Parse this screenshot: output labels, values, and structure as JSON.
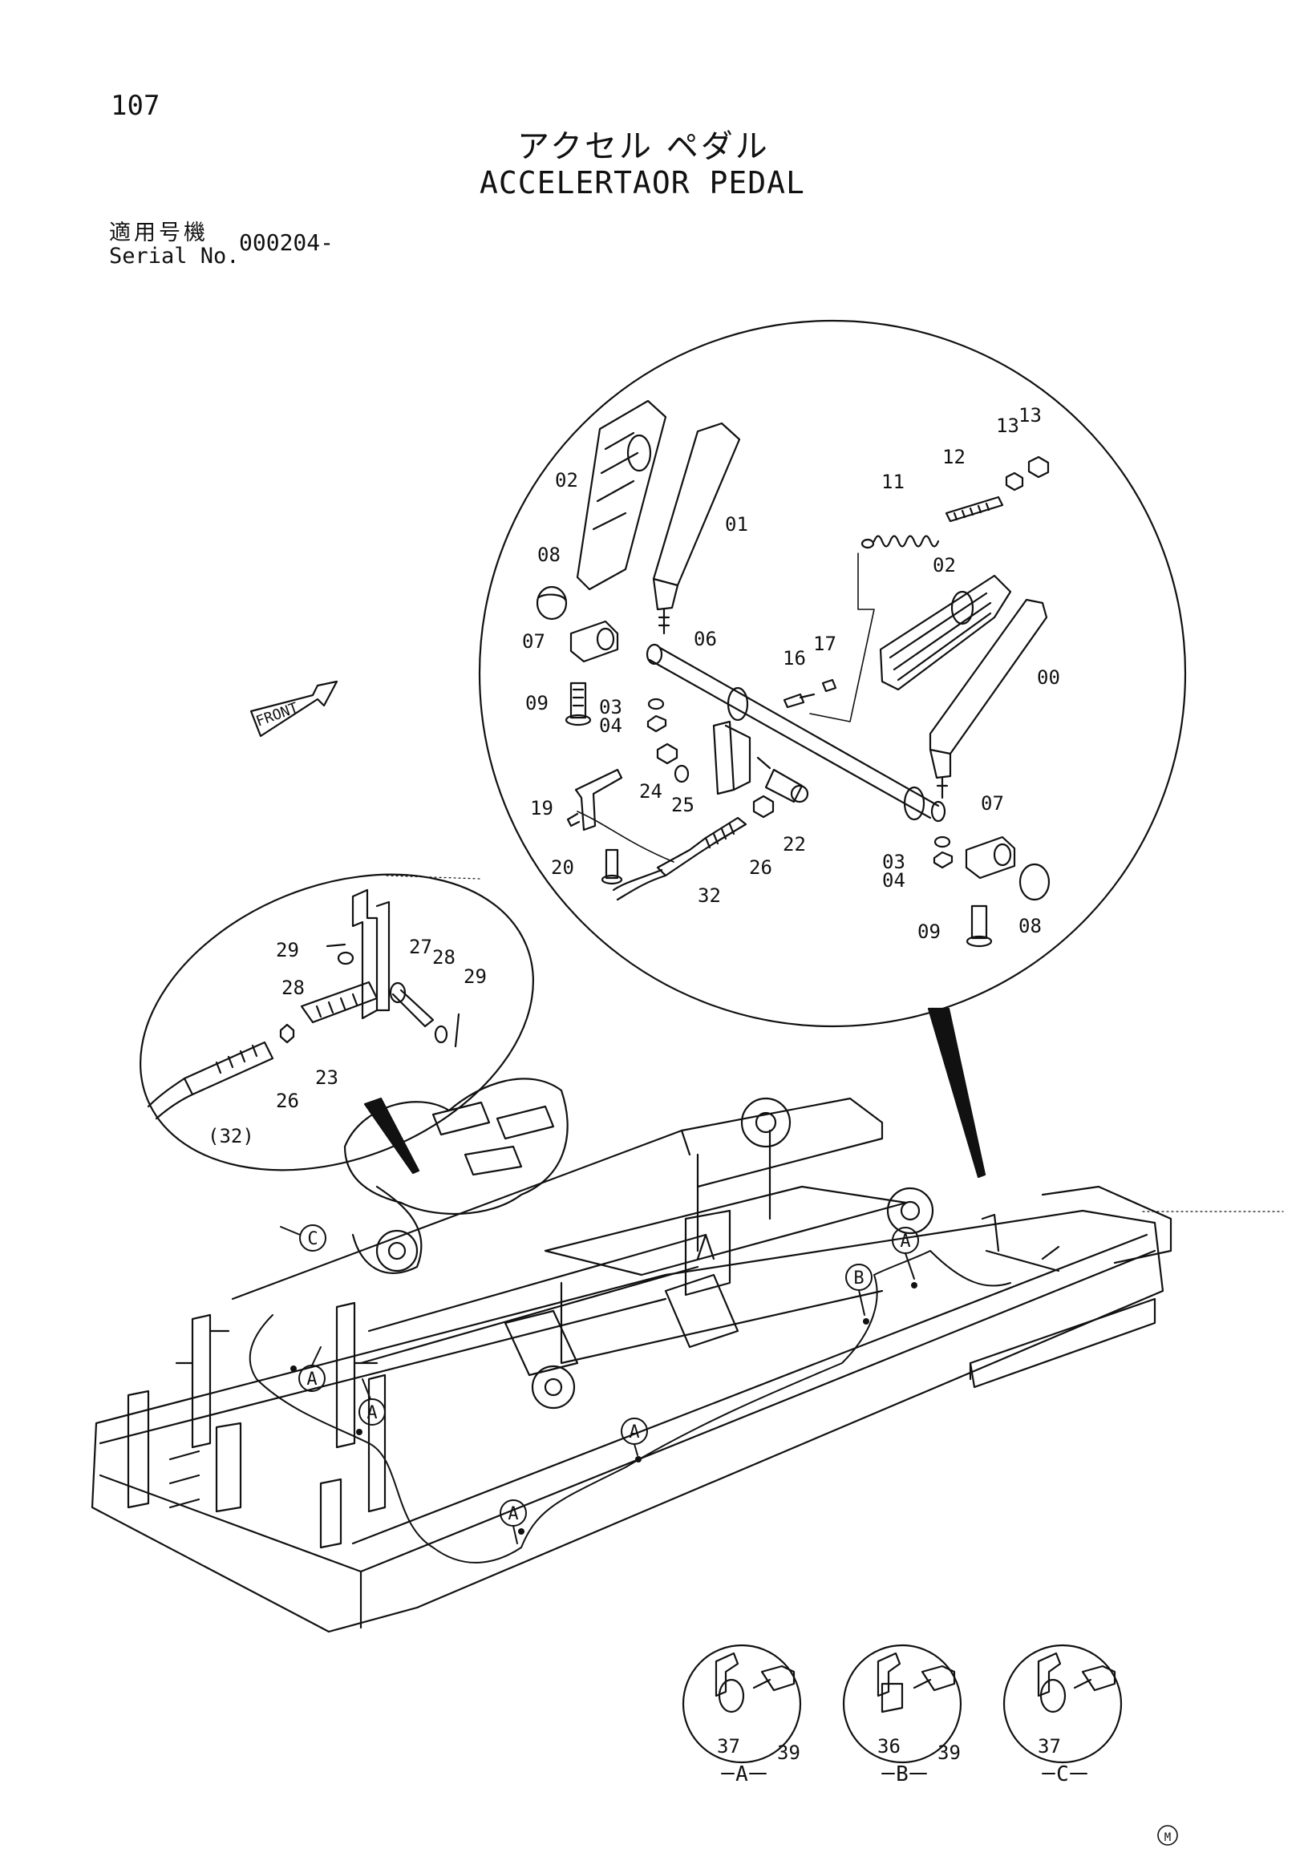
{
  "page_number": "107",
  "title_jp": "アクセル ペダル",
  "title_en": "ACCELERTAOR PEDAL",
  "serial": {
    "label_jp": "適用号機",
    "label_en": "Serial No.",
    "value": "000204-"
  },
  "front_label": "FRONT",
  "callouts": {
    "c00": "00",
    "c01": "01",
    "c02a": "02",
    "c02b": "02",
    "c03a": "03",
    "c03b": "03",
    "c04a": "04",
    "c04b": "04",
    "c06": "06",
    "c07a": "07",
    "c07b": "07",
    "c08a": "08",
    "c08b": "08",
    "c09a": "09",
    "c09b": "09",
    "c11": "11",
    "c12": "12",
    "c13a": "13",
    "c13b": "13",
    "c16": "16",
    "c17": "17",
    "c19": "19",
    "c20": "20",
    "c22": "22",
    "c23": "23",
    "c24": "24",
    "c25": "25",
    "c26a": "26",
    "c26b": "26",
    "c27": "27",
    "c28a": "28",
    "c28b": "28",
    "c29a": "29",
    "c29b": "29",
    "c32a": "32",
    "c32b": "(32)",
    "c36": "36",
    "c37a": "37",
    "c37b": "37",
    "c39a": "39",
    "c39b": "39"
  },
  "clamp_markers": {
    "m1": "A",
    "m2": "B",
    "m3": "C",
    "m4": "A",
    "m5": "A",
    "m6": "A",
    "m7": "A"
  },
  "detail_views": {
    "a": "A",
    "b": "B",
    "c": "C"
  },
  "corner_mark": "M"
}
